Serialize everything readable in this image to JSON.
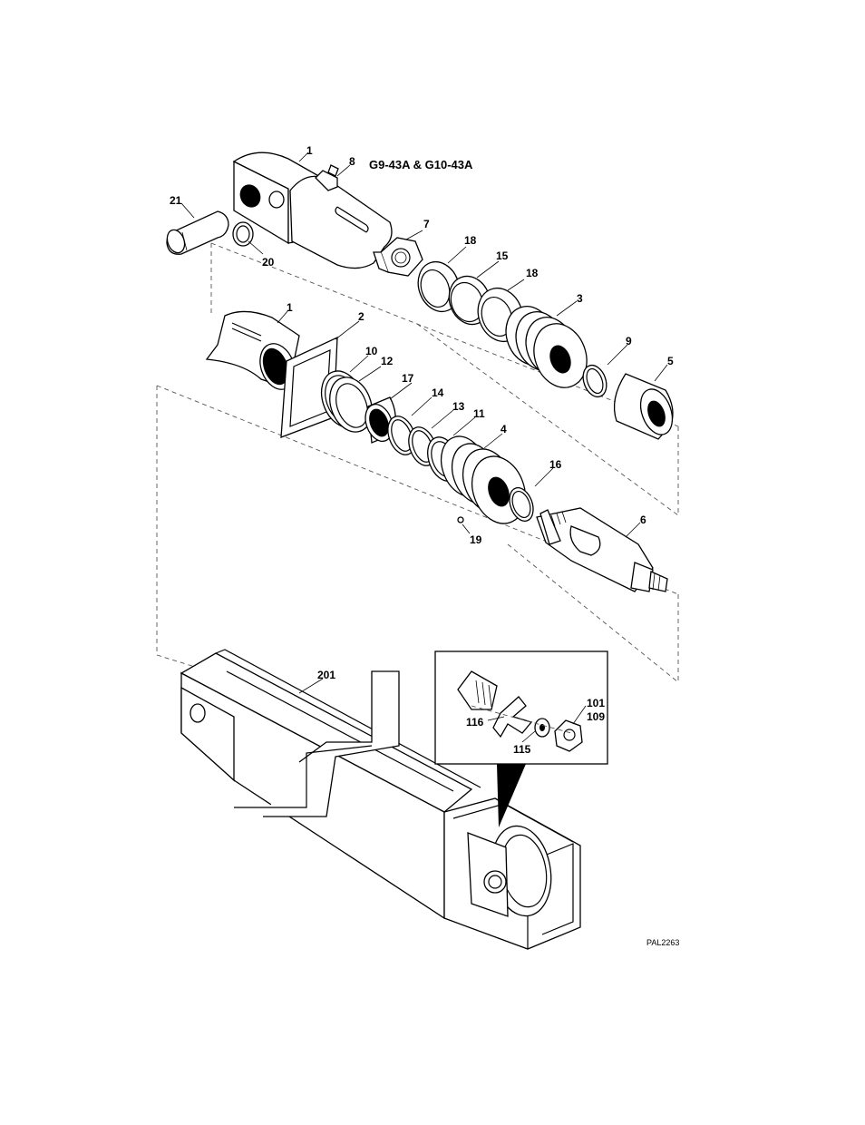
{
  "diagram": {
    "model_label": "G9-43A & G10-43A",
    "drawing_code": "PAL2263",
    "callouts": {
      "c1_top": "1",
      "c8": "8",
      "c21": "21",
      "c20": "20",
      "c7": "7",
      "c18_a": "18",
      "c15": "15",
      "c18_b": "18",
      "c3": "3",
      "c1_mid": "1",
      "c2": "2",
      "c10": "10",
      "c12": "12",
      "c17": "17",
      "c14": "14",
      "c13": "13",
      "c11": "11",
      "c4": "4",
      "c9": "9",
      "c5": "5",
      "c16": "16",
      "c19": "19",
      "c6": "6",
      "c201": "201",
      "c101": "101",
      "c109": "109",
      "c116": "116",
      "c115": "115"
    }
  }
}
